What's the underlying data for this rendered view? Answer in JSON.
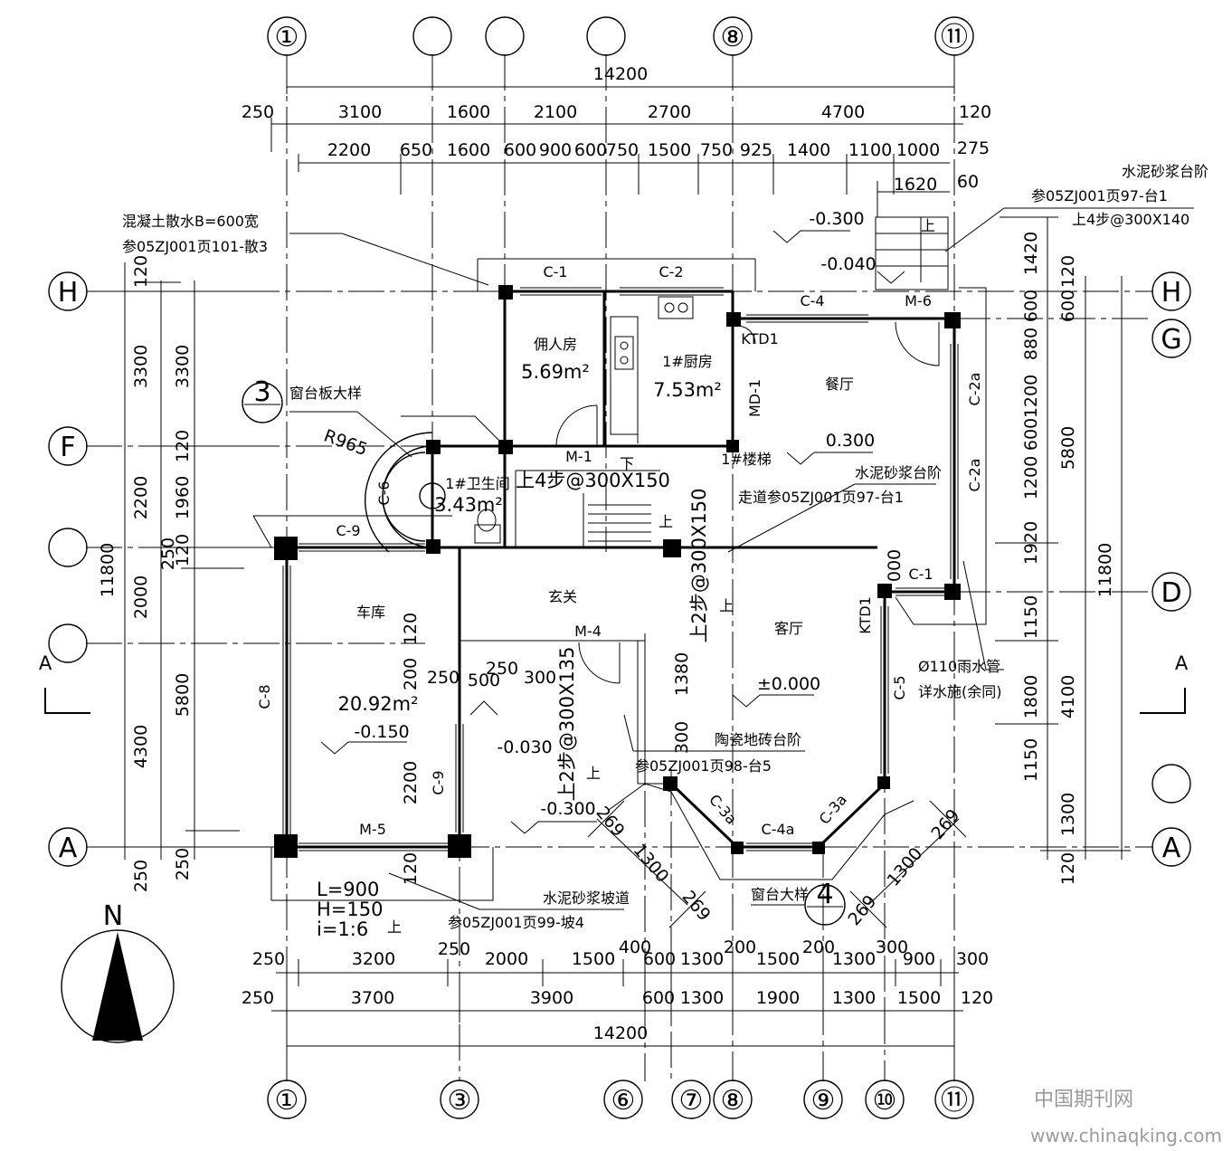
{
  "axes": {
    "top": [
      "①",
      "",
      "",
      "",
      "⑧",
      "⑪"
    ],
    "bottom": [
      "①",
      "③",
      "⑥",
      "⑦",
      "⑧",
      "⑨",
      "⑩",
      "⑪"
    ],
    "left": [
      "H",
      "F",
      "",
      "",
      "A"
    ],
    "right": [
      "H",
      "G",
      "D",
      "",
      "A"
    ]
  },
  "dims": {
    "top_total": "14200",
    "top_row1": [
      "250",
      "3100",
      "1600",
      "2100",
      "2700",
      "4700",
      "120"
    ],
    "top_row2": [
      "2200",
      "650",
      "1600",
      "600",
      "900",
      "600",
      "750",
      "1500",
      "750",
      "925",
      "1400",
      "1100",
      "1000",
      "275"
    ],
    "top_small": [
      "1620",
      "60"
    ],
    "bottom_row1": [
      "250",
      "3200",
      "250",
      "2000",
      "1500",
      "400",
      "600",
      "1300",
      "200",
      "1500",
      "200",
      "1300",
      "300",
      "900",
      "300"
    ],
    "bottom_row2": [
      "250",
      "3700",
      "3900",
      "600",
      "1300",
      "1900",
      "1300",
      "1500",
      "120"
    ],
    "bottom_total": "14200",
    "left_outer": [
      "120",
      "3300",
      "2200",
      "250",
      "2000",
      "4300",
      "250",
      "11800"
    ],
    "left_inner": [
      "3300",
      "120",
      "1960",
      "120",
      "5800",
      "250"
    ],
    "right_inner": [
      "1420",
      "120",
      "600",
      "880",
      "1200",
      "600",
      "1200",
      "1920",
      "1150",
      "1800",
      "1150",
      "120"
    ],
    "right_mid": [
      "600",
      "5800",
      "4100",
      "1300"
    ],
    "right_outer": "11800",
    "misc": [
      "120",
      "200",
      "250",
      "500",
      "300",
      "250",
      "1380",
      "300",
      "2200",
      "000",
      "120",
      "269",
      "1300",
      "269"
    ]
  },
  "rooms": [
    {
      "name": "佣人房",
      "area": "5.69m²"
    },
    {
      "name": "1#厨房",
      "area": "7.53m²"
    },
    {
      "name": "餐厅",
      "area": ""
    },
    {
      "name": "1#卫生间",
      "area": "3.43m²"
    },
    {
      "name": "车库",
      "area": "20.92m²"
    },
    {
      "name": "玄关",
      "area": ""
    },
    {
      "name": "客厅",
      "area": ""
    },
    {
      "name": "1#楼梯",
      "area": ""
    },
    {
      "name": "走道",
      "area": ""
    }
  ],
  "levels": [
    "-0.300",
    "-0.040",
    "0.300",
    "±0.000",
    "-0.150",
    "-0.030",
    "-0.300"
  ],
  "openings": [
    "C-1",
    "C-2",
    "C-4",
    "M-6",
    "KTD1",
    "MD-1",
    "C-2a",
    "C-2a",
    "C-6",
    "C-9",
    "M-1",
    "C-1",
    "KTD1",
    "C-5",
    "C-8",
    "M-4",
    "C-9",
    "M-5",
    "C-3a",
    "C-4a",
    "C-3a"
  ],
  "notes": {
    "apron_1": "混凝土散水B=600宽",
    "apron_2": "参05ZJ001页101-散3",
    "step_ne_title": "水泥砂浆台阶",
    "step_ne_1": "参05ZJ001页97-台1",
    "step_ne_2": "上4步@300X140",
    "sill_detail": "窗台板大样",
    "radius": "R965",
    "stair_1": "上4步@300X150",
    "stair_2": "上2步@300X150",
    "stair_3": "上2步@300X135",
    "up": "上",
    "down": "下",
    "step_mid_title": "水泥砂浆台阶",
    "step_mid_1": "参05ZJ001页97-台1",
    "pipe_1": "Ø110雨水管",
    "pipe_2": "详水施(余同)",
    "tile_step": "陶瓷地砖台阶",
    "tile_step_ref": "参05ZJ001页98-台5",
    "sill_big": "窗台大样",
    "ramp_title": "水泥砂浆坡道",
    "ramp_ref": "参05ZJ001页99-坡4",
    "ramp_L": "L=900",
    "ramp_H": "H=150",
    "ramp_i": "i=1:6",
    "section_mark": "A",
    "detail_3": "3",
    "detail_4": "4",
    "north": "N",
    "watermark_cn": "中国期刊网",
    "watermark_url": "www.chinaqking.com"
  }
}
